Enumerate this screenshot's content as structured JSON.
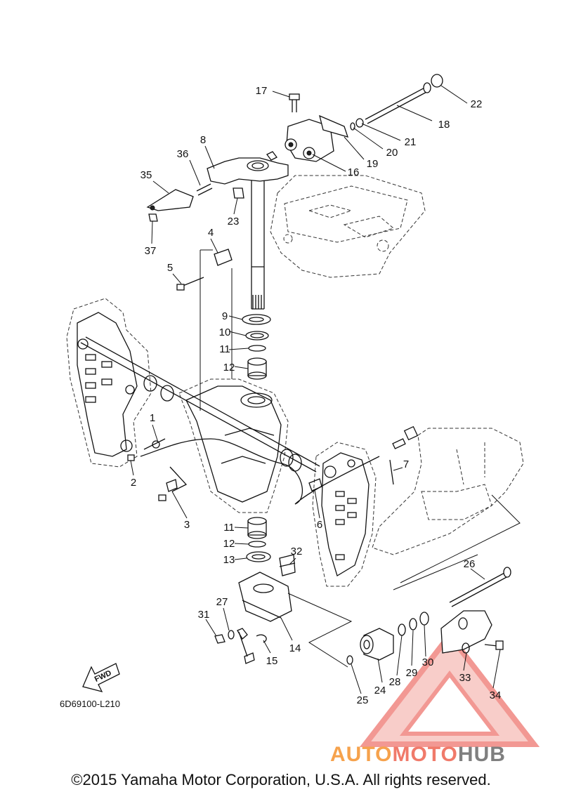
{
  "diagram": {
    "code": "6D69100-L210",
    "copyright": "©2015 Yamaha Motor Corporation, U.S.A. All rights reserved.",
    "fwd_label": "FWD",
    "watermark": {
      "part1": "AUTO",
      "part2": "MOTO",
      "part3": "HUB"
    },
    "colors": {
      "line": "#111111",
      "watermark_red": "#e8453c",
      "watermark_orange": "#f6a24c",
      "watermark_gray": "#7f7f7f"
    },
    "callouts": [
      {
        "n": "1"
      },
      {
        "n": "2"
      },
      {
        "n": "3"
      },
      {
        "n": "4"
      },
      {
        "n": "5"
      },
      {
        "n": "6"
      },
      {
        "n": "7"
      },
      {
        "n": "8"
      },
      {
        "n": "9"
      },
      {
        "n": "10"
      },
      {
        "n": "11"
      },
      {
        "n": "12"
      },
      {
        "n": "11"
      },
      {
        "n": "12"
      },
      {
        "n": "13"
      },
      {
        "n": "14"
      },
      {
        "n": "15"
      },
      {
        "n": "16"
      },
      {
        "n": "17"
      },
      {
        "n": "18"
      },
      {
        "n": "19"
      },
      {
        "n": "20"
      },
      {
        "n": "21"
      },
      {
        "n": "22"
      },
      {
        "n": "23"
      },
      {
        "n": "24"
      },
      {
        "n": "25"
      },
      {
        "n": "26"
      },
      {
        "n": "27"
      },
      {
        "n": "28"
      },
      {
        "n": "29"
      },
      {
        "n": "30"
      },
      {
        "n": "31"
      },
      {
        "n": "32"
      },
      {
        "n": "33"
      },
      {
        "n": "34"
      },
      {
        "n": "35"
      },
      {
        "n": "36"
      },
      {
        "n": "37"
      }
    ]
  }
}
